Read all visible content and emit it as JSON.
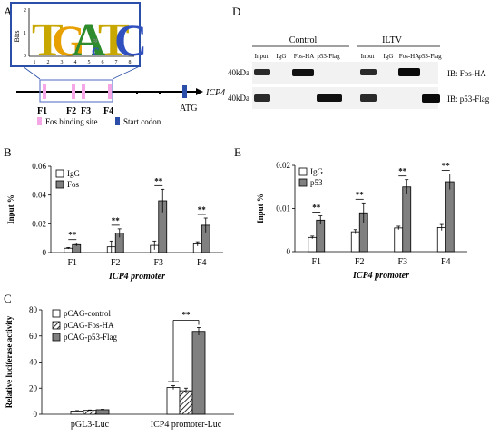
{
  "panels": {
    "A": {
      "letter": "A",
      "logo_ylabel": "Bits",
      "logo_y_ticks": [
        "2",
        "1",
        "0"
      ],
      "logo_positions": [
        "1",
        "2",
        "3",
        "4",
        "5",
        "6",
        "7",
        "8"
      ],
      "gene": "ICP4",
      "atg": "ATG",
      "sites": [
        "F1",
        "F2",
        "F3",
        "F4"
      ],
      "legend_fos": "Fos binding site",
      "legend_start": "Start codon"
    },
    "B": {
      "letter": "B",
      "xlabel": "ICP4 promoter",
      "ylabel": "Input %",
      "y_ticks": [
        "0",
        "0.02",
        "0.04",
        "0.06"
      ],
      "categories": [
        "F1",
        "F2",
        "F3",
        "F4"
      ],
      "legend": [
        "IgG",
        "Fos"
      ],
      "sig": "**"
    },
    "C": {
      "letter": "C",
      "ylabel": "Relative luciferase activity",
      "y_ticks": [
        "0",
        "20",
        "40",
        "60",
        "80"
      ],
      "categories": [
        "pGL3-Luc",
        "ICP4 promoter-Luc"
      ],
      "legend": [
        "pCAG-control",
        "pCAG-Fos-HA",
        "pCAG-p53-Flag"
      ],
      "sig": "**"
    },
    "D": {
      "letter": "D",
      "group_control": "Control",
      "group_iltv": "ILTV",
      "lanes": [
        "Input",
        "IgG",
        "Fos-HA",
        "p53-Flag",
        "Input",
        "IgG",
        "Fos-HA",
        "p53-Flag"
      ],
      "kda1": "40kDa",
      "kda2": "40kDa",
      "ib1": "IB: Fos-HA",
      "ib2": "IB: p53-Flag"
    },
    "E": {
      "letter": "E",
      "xlabel": "ICP4 promoter",
      "ylabel": "Input %",
      "y_ticks": [
        "0",
        "0.01",
        "0.02"
      ],
      "categories": [
        "F1",
        "F2",
        "F3",
        "F4"
      ],
      "legend": [
        "IgG",
        "p53"
      ],
      "sig": "**"
    }
  },
  "chart_data": [
    {
      "panel": "B",
      "type": "bar",
      "categories": [
        "F1",
        "F2",
        "F3",
        "F4"
      ],
      "ylim": [
        0,
        0.06
      ],
      "ylabel": "Input %",
      "xlabel": "ICP4 promoter",
      "series": [
        {
          "name": "IgG",
          "values": [
            0.003,
            0.004,
            0.005,
            0.006
          ],
          "errors": [
            0.0005,
            0.004,
            0.003,
            0.0015
          ],
          "color": "#ffffff"
        },
        {
          "name": "Fos",
          "values": [
            0.0055,
            0.0135,
            0.036,
            0.019
          ],
          "errors": [
            0.001,
            0.003,
            0.008,
            0.005
          ],
          "color": "#808080"
        }
      ],
      "significance": [
        "**",
        "**",
        "**",
        "**"
      ]
    },
    {
      "panel": "C",
      "type": "bar",
      "categories": [
        "pGL3-Luc",
        "ICP4 promoter-Luc"
      ],
      "ylim": [
        0,
        80
      ],
      "ylabel": "Relative luciferase activity",
      "series": [
        {
          "name": "pCAG-control",
          "values": [
            2.5,
            20.5
          ],
          "errors": [
            0.3,
            1.5
          ],
          "color": "#ffffff"
        },
        {
          "name": "pCAG-Fos-HA",
          "values": [
            3,
            18
          ],
          "errors": [
            0.3,
            2
          ],
          "color": "hatch"
        },
        {
          "name": "pCAG-p53-Flag",
          "values": [
            3.5,
            63.5
          ],
          "errors": [
            0.3,
            3
          ],
          "color": "#808080"
        }
      ],
      "significance": [
        "**"
      ]
    },
    {
      "panel": "E",
      "type": "bar",
      "categories": [
        "F1",
        "F2",
        "F3",
        "F4"
      ],
      "ylim": [
        0,
        0.02
      ],
      "ylabel": "Input %",
      "xlabel": "ICP4 promoter",
      "series": [
        {
          "name": "IgG",
          "values": [
            0.0033,
            0.0046,
            0.0055,
            0.0056
          ],
          "errors": [
            0.0003,
            0.0005,
            0.0004,
            0.0007
          ],
          "color": "#ffffff"
        },
        {
          "name": "p53",
          "values": [
            0.0073,
            0.009,
            0.015,
            0.0162
          ],
          "errors": [
            0.001,
            0.0023,
            0.0017,
            0.0018
          ],
          "color": "#808080"
        }
      ],
      "significance": [
        "**",
        "**",
        "**",
        "**"
      ]
    }
  ]
}
